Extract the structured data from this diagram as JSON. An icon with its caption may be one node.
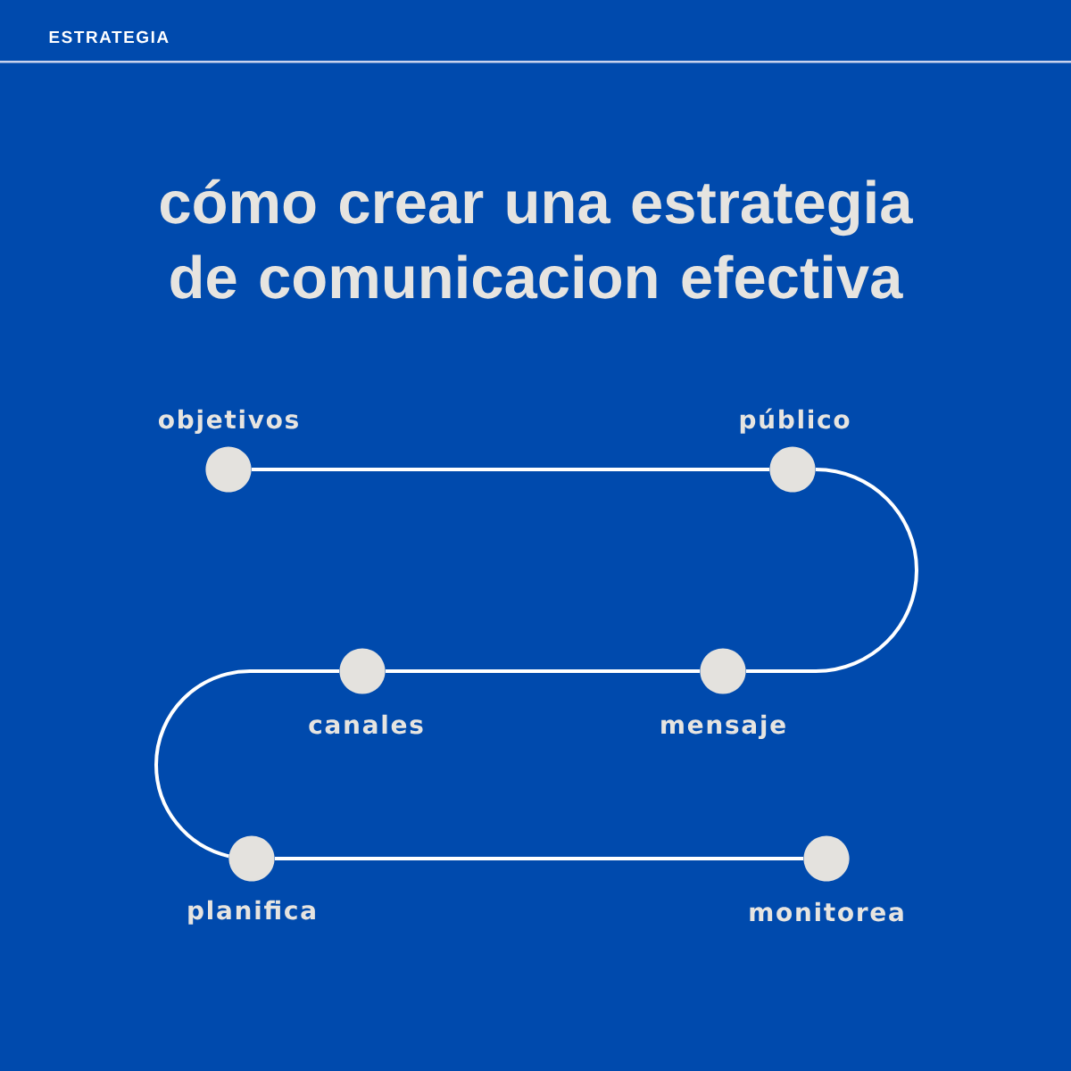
{
  "diagram": {
    "title": "cómo crear una estrategia de comunicacion efectiva",
    "nodes": [
      {
        "text": [],
        "shape": "circle",
        "beside": [
          "objetivos"
        ]
      },
      {
        "text": [],
        "shape": "circle",
        "beside": [
          "público"
        ]
      },
      {
        "text": [],
        "shape": "circle",
        "beside": [
          "canales"
        ]
      },
      {
        "text": [],
        "shape": "circle",
        "beside": [
          "mensaje"
        ]
      },
      {
        "text": [],
        "shape": "circle",
        "beside": [
          "planifica"
        ]
      },
      {
        "text": [],
        "shape": "circle",
        "beside": [
          "monitorea"
        ]
      }
    ],
    "edges": [
      {
        "from": 0,
        "to": 1,
        "arrow": "none"
      },
      {
        "from": 1,
        "to": 3,
        "arrow": "none"
      },
      {
        "from": 3,
        "to": 2,
        "arrow": "none"
      },
      {
        "from": 2,
        "to": 4,
        "arrow": "none"
      },
      {
        "from": 4,
        "to": 5,
        "arrow": "none"
      }
    ],
    "labels": [
      "ESTRATEGIA"
    ]
  }
}
